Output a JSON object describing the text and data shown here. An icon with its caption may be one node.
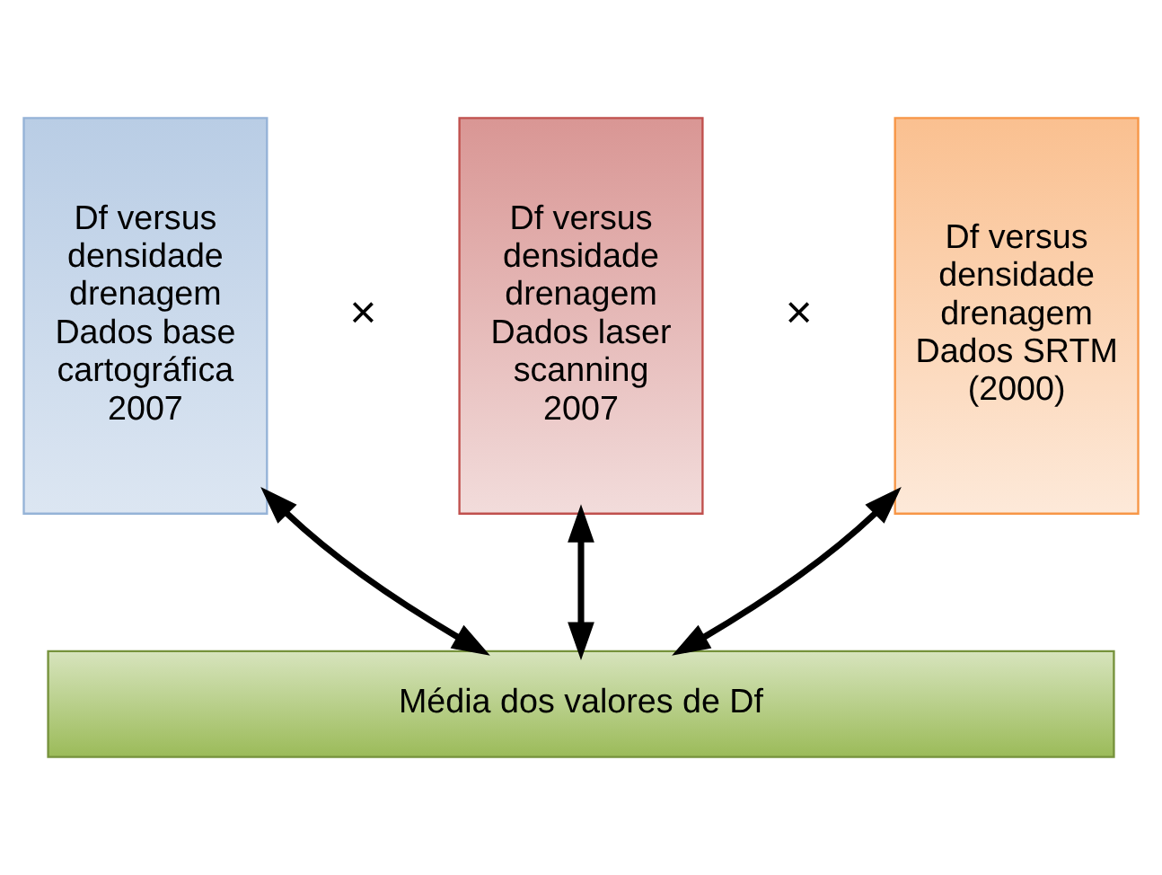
{
  "diagram": {
    "nodes": [
      {
        "text": [
          "Df versus densidade drenagem Dados base cartográfica 2007"
        ]
      },
      {
        "text": [
          "Df versus densidade drenagem Dados laser scanning 2007"
        ]
      },
      {
        "text": [
          "Df versus densidade drenagem Dados SRTM (2000)"
        ]
      },
      {
        "text": [
          "Média dos valores de Df"
        ]
      }
    ],
    "edges": [
      {
        "from": 0,
        "to": 3,
        "arrow": "both"
      },
      {
        "from": 1,
        "to": 3,
        "arrow": "both"
      },
      {
        "from": 2,
        "to": 3,
        "arrow": "both"
      }
    ],
    "labels": [
      "×",
      "×"
    ]
  }
}
